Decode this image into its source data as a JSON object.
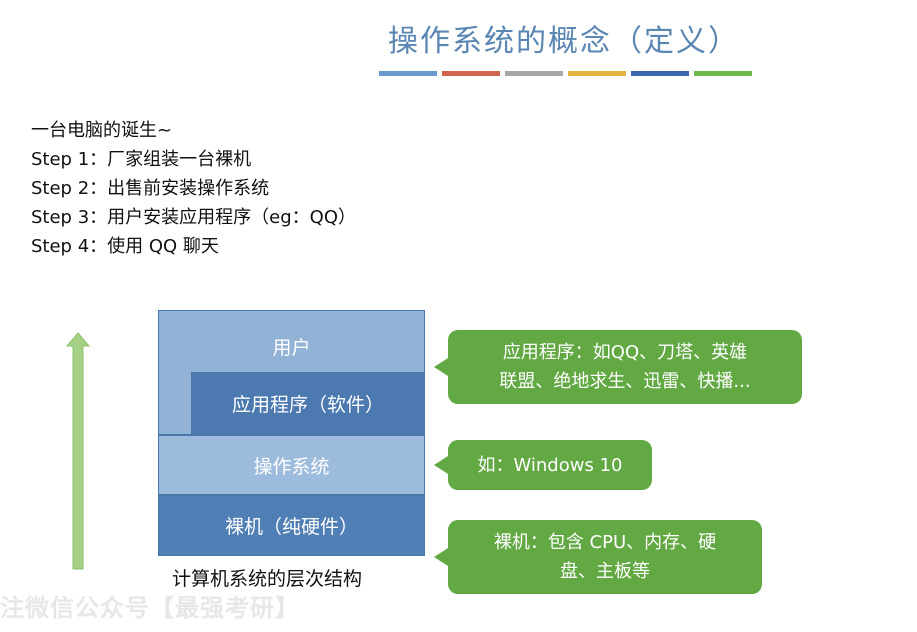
{
  "slide": {
    "title": "操作系统的概念（定义）",
    "title_color": "#5a86b3",
    "accent_bars": [
      "#6b9ad0",
      "#d2634c",
      "#a8a8a8",
      "#e7b53f",
      "#3d66ad",
      "#6fb84b"
    ],
    "intro_lines": [
      "一台电脑的诞生~",
      "Step 1：厂家组装一台裸机",
      "Step 2：出售前安装操作系统",
      "Step 3：用户安装应用程序（eg：QQ）",
      "Step 4：使用 QQ 聊天"
    ]
  },
  "diagram": {
    "arrow_icon": "up-arrow-icon",
    "arrow_color": "#a5d187",
    "layers": {
      "user": "用户",
      "application": "应用程序（软件）",
      "os": "操作系统",
      "bare_machine": "裸机（纯硬件）"
    },
    "caption": "计算机系统的层次结构",
    "callouts": {
      "application": [
        "应用程序：如QQ、刀塔、英雄",
        "联盟、绝地求生、迅雷、快播..."
      ],
      "os": [
        "如：Windows 10"
      ],
      "hardware": [
        "裸机：包含 CPU、内存、硬",
        "盘、主板等"
      ]
    },
    "callout_color": "#62a843"
  },
  "watermark": "注微信公众号【最强考研】"
}
